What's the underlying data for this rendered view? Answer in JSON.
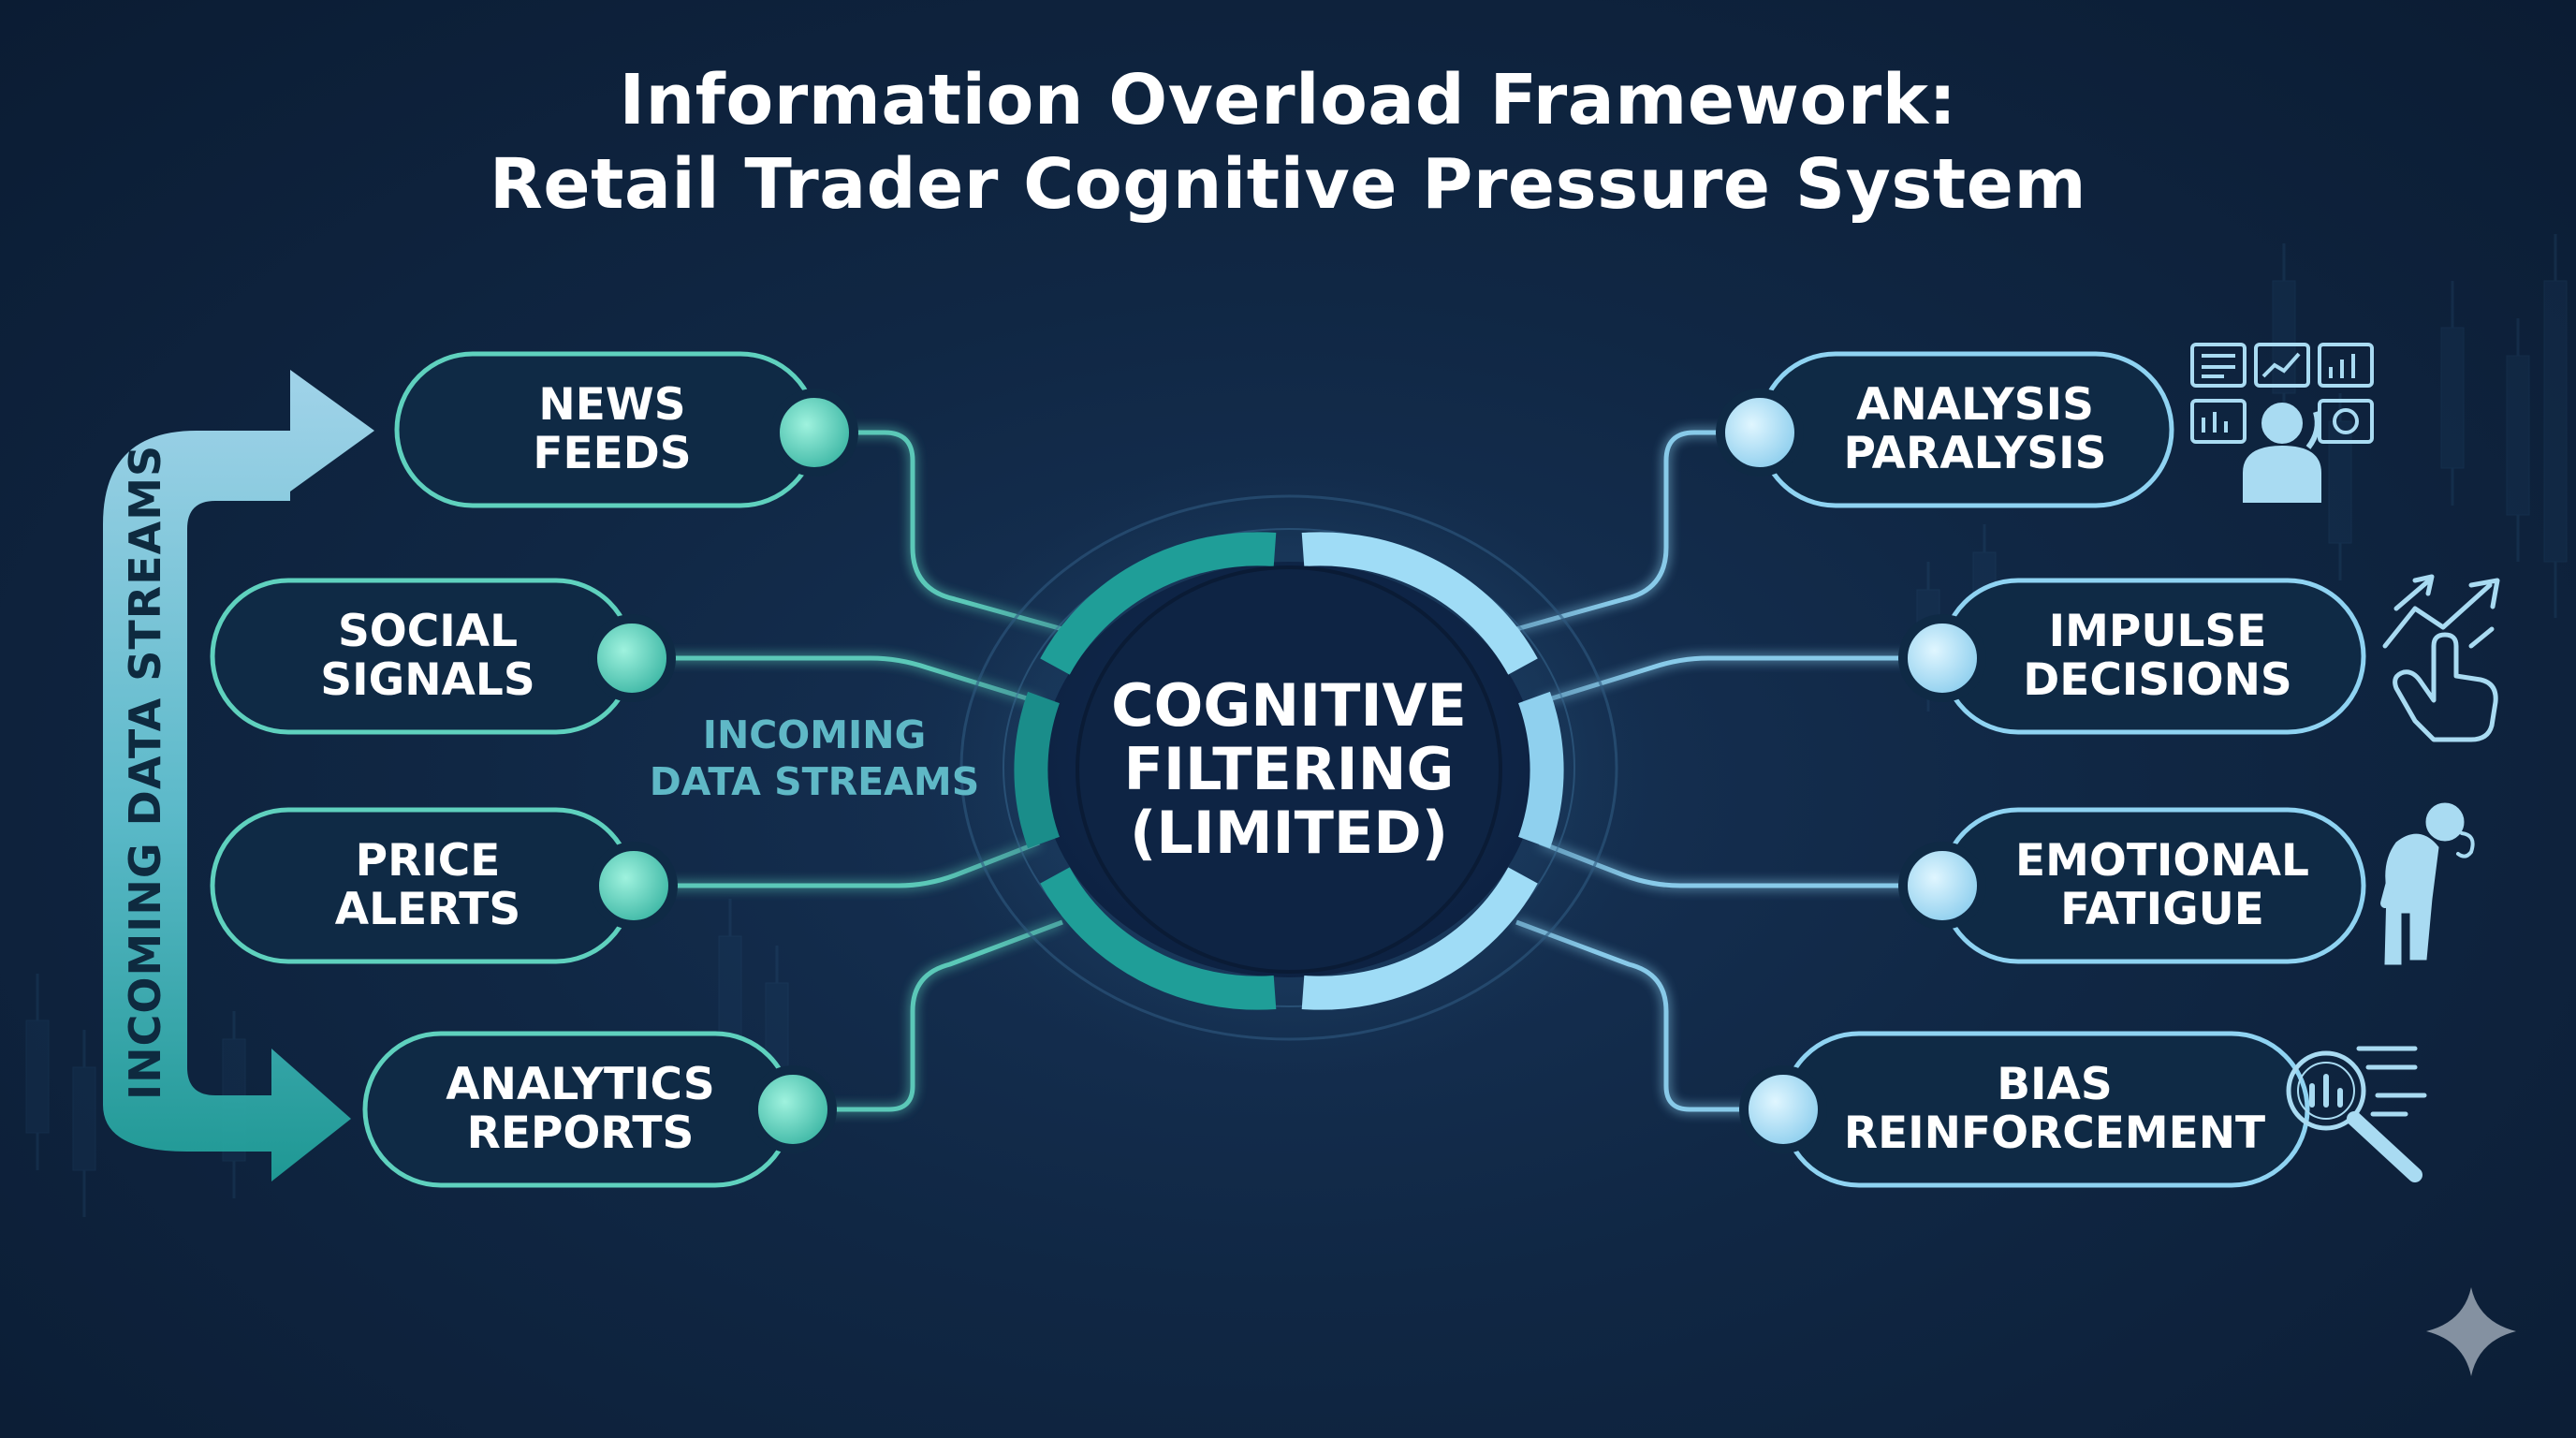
{
  "title": {
    "line1": "Information Overload Framework:",
    "line2": "Retail Trader Cognitive Pressure System"
  },
  "side_arrow": {
    "label": "INCOMING DATA STREAMS",
    "icon": "curved-double-arrow-icon"
  },
  "mid_label": {
    "line1": "INCOMING",
    "line2": "DATA STREAMS"
  },
  "center": {
    "line1": "COGNITIVE",
    "line2": "FILTERING",
    "line3": "(LIMITED)"
  },
  "inputs": [
    {
      "line1": "NEWS",
      "line2": "FEEDS"
    },
    {
      "line1": "SOCIAL",
      "line2": "SIGNALS"
    },
    {
      "line1": "PRICE",
      "line2": "ALERTS"
    },
    {
      "line1": "ANALYTICS",
      "line2": "REPORTS"
    }
  ],
  "outputs": [
    {
      "line1": "ANALYSIS",
      "line2": "PARALYSIS",
      "icon": "person-with-charts-icon"
    },
    {
      "line1": "IMPULSE",
      "line2": "DECISIONS",
      "icon": "hand-pointing-arrows-icon"
    },
    {
      "line1": "EMOTIONAL",
      "line2": "FATIGUE",
      "icon": "tired-person-icon"
    },
    {
      "line1": "BIAS",
      "line2": "REINFORCEMENT",
      "icon": "magnifier-chart-icon"
    }
  ],
  "colors": {
    "input_accent": "#5fd1be",
    "output_accent": "#8fd3f2",
    "center_ring_teal": "#1f9e98",
    "center_ring_blue": "#9fdcf6",
    "background": "#102744"
  },
  "watermark_icon": "sparkle-star-icon"
}
